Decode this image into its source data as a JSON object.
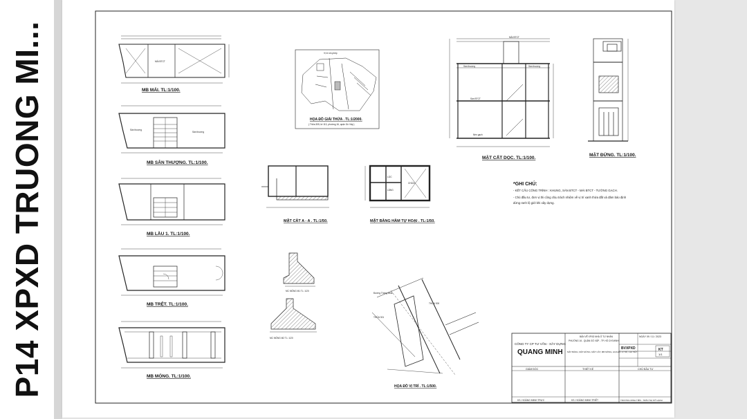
{
  "side_title": "P14 XPXD TRUONG MI...",
  "drawings": {
    "roof": {
      "title": "MB MÁI. TL:1/100.",
      "label": "MÁI BTCT"
    },
    "terrace": {
      "title": "MB SÂN THƯỢNG. TL:1/100.",
      "label_left": "Sân thượng",
      "label_right": "Sân thượng"
    },
    "floor1": {
      "title": "MB LẦU 1. TL:1/100."
    },
    "ground": {
      "title": "MB TRỆT. TL:1/100."
    },
    "foundation": {
      "title": "MB MÓNG. TL:1/100."
    },
    "cadastral": {
      "title": "HỌA ĐỒ GIẢI THỬA . TL:1/2000.",
      "subtitle": "( Thửa 305, tờ 113, phường 16, quận Gò Vấp )",
      "marker": "Vị trí xin phép"
    },
    "section_long": {
      "title": "MẶT CẮT DỌC. TL:1/100.",
      "label_roof": "MÁI BTCT",
      "label_terrace1": "Sàn thượng",
      "label_terrace2": "Sàn thượng",
      "label_slab": "Sàn BTCT",
      "label_ground": "Nền gạch"
    },
    "elevation": {
      "title": "MẶT ĐỨNG. TL:1/100."
    },
    "section_aa": {
      "title": "MẶT CẮT A - A . TL:1/50."
    },
    "septic": {
      "title": "MẶT BẰNG HẦM TỰ HOẠI . TL:1/50.",
      "label1": "LỌC",
      "label2": "LẮNG",
      "label3": "CHỨA"
    },
    "footing1": {
      "title": "MC MÓNG M1 TL: 1/20"
    },
    "footing2": {
      "title": "MC MÓNG M2 TL: 1/20"
    },
    "site": {
      "title": "HỌA ĐỒ VỊ TRÍ . TL:1/500.",
      "road": "Đường Thống Nhất",
      "lot_left": "THỬA 301",
      "lot_right": "THỬA 300"
    }
  },
  "notes": {
    "title": "*GHI CHÚ:",
    "line1": "- KẾT CẤU CÔNG TRÌNH : KHUNG, SÀN BTCT - MÁI BTCT - TƯỜNG GẠCH.",
    "line2": "- Chủ đầu tư, đơn vị thi công chịu trách nhiệm về vị trí xanh thửa đất và đảm bảo định",
    "line3": "dừng ranh lộ giới khi xây dựng."
  },
  "title_block": {
    "company_line": "CÔNG TY CP TƯ VẤN - XÂY DỰNG",
    "company_name": "QUANG MINH",
    "project_line1": "BẢN VẼ XPXD NHÀ Ở TƯ NHÂN",
    "project_line2": "PHƯỜNG 16 - QUẬN GÒ VẤP - TP. HỒ CHÍ MINH",
    "contents": "MẶT BẰNG, MẶT ĐỨNG, MẶT CẮT, MB MÓNG, HỌA ĐỒ VỊ TRÍ, CHI TIẾT",
    "drawing_no": "BVXPXD",
    "sheet_label": "KT",
    "sheet_of": "1/1",
    "date_label": "NGÀY 09 / 11 / 2023",
    "role1": "GIÁM ĐỐC",
    "role2": "THIẾT KẾ",
    "role3": "CHỦ ĐẦU TƯ",
    "sig1": "KS. HOÀNG MINH TRỰC",
    "sig2": "KS. HOÀNG MINH TRIẾT",
    "sig3": "TRƯƠNG MINH TIẾN - TRẦN THỊ MỸ HẠNH"
  }
}
